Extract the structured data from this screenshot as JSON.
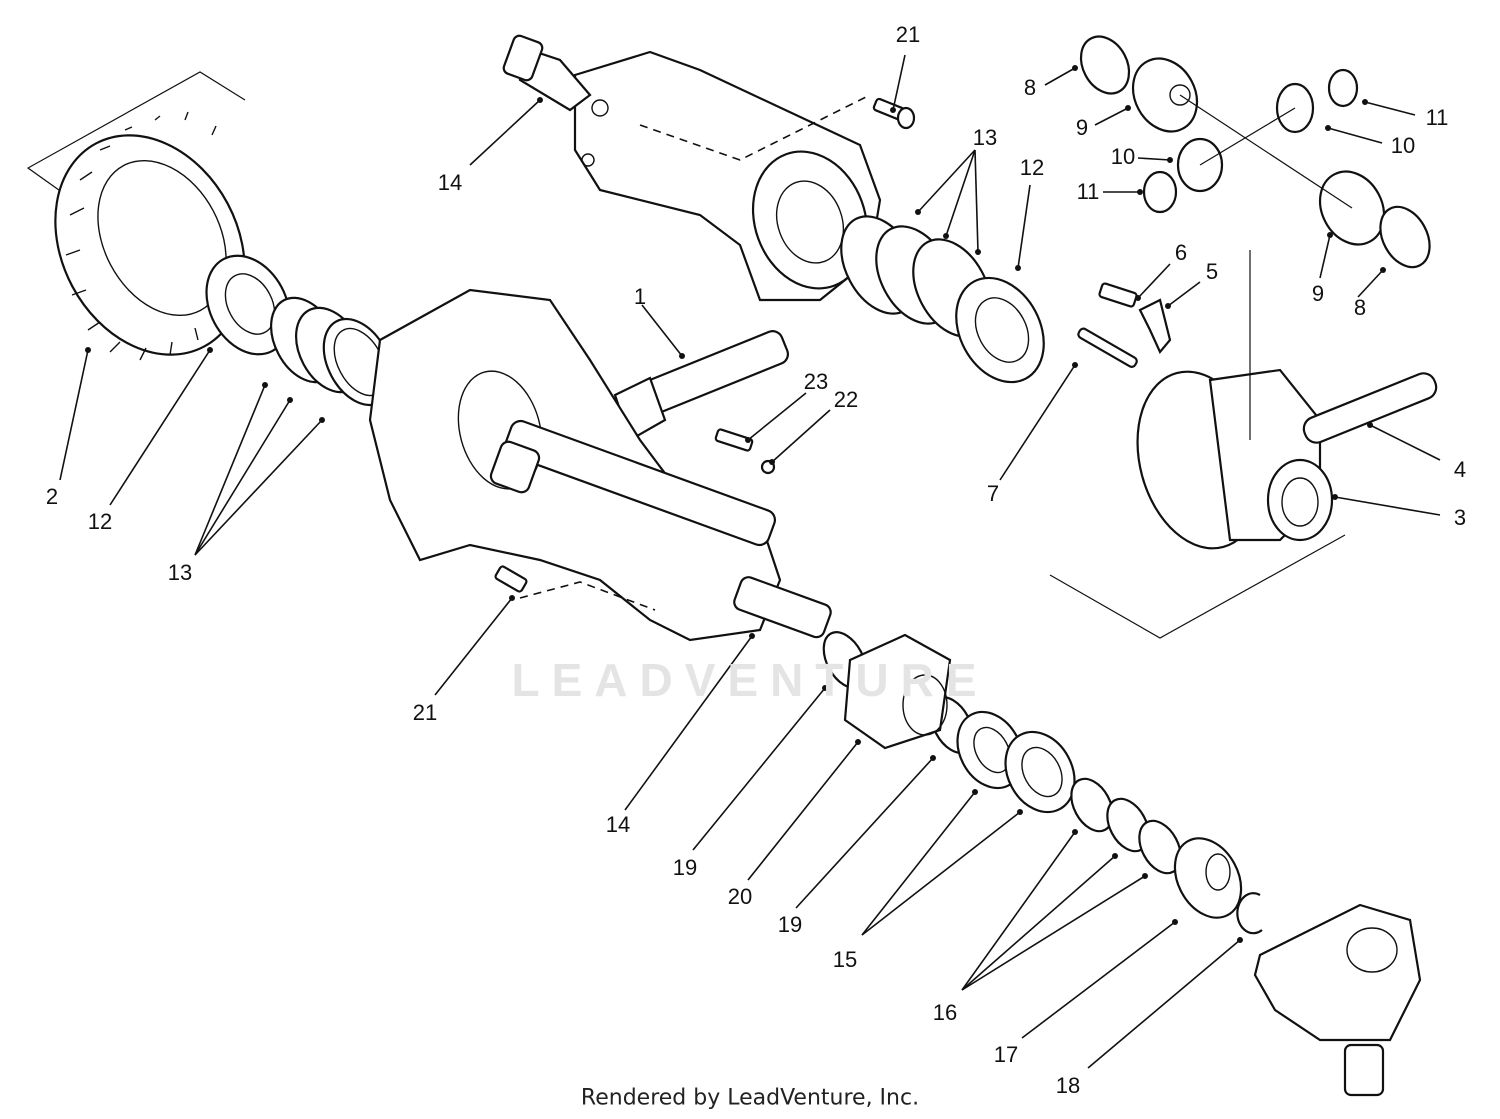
{
  "diagram": {
    "watermark": "LEADVENTURE",
    "footer": "Rendered by LeadVenture, Inc.",
    "callouts": [
      {
        "id": "c-2",
        "text": "2"
      },
      {
        "id": "c-12a",
        "text": "12"
      },
      {
        "id": "c-13a",
        "text": "13"
      },
      {
        "id": "c-14a",
        "text": "14"
      },
      {
        "id": "c-21a",
        "text": "21"
      },
      {
        "id": "c-13b",
        "text": "13"
      },
      {
        "id": "c-12b",
        "text": "12"
      },
      {
        "id": "c-8a",
        "text": "8"
      },
      {
        "id": "c-9a",
        "text": "9"
      },
      {
        "id": "c-11a",
        "text": "11"
      },
      {
        "id": "c-10a",
        "text": "10"
      },
      {
        "id": "c-10b",
        "text": "10"
      },
      {
        "id": "c-11b",
        "text": "11"
      },
      {
        "id": "c-9b",
        "text": "9"
      },
      {
        "id": "c-8b",
        "text": "8"
      },
      {
        "id": "c-6",
        "text": "6"
      },
      {
        "id": "c-5",
        "text": "5"
      },
      {
        "id": "c-1",
        "text": "1"
      },
      {
        "id": "c-23",
        "text": "23"
      },
      {
        "id": "c-22",
        "text": "22"
      },
      {
        "id": "c-7",
        "text": "7"
      },
      {
        "id": "c-4",
        "text": "4"
      },
      {
        "id": "c-3",
        "text": "3"
      },
      {
        "id": "c-21b",
        "text": "21"
      },
      {
        "id": "c-14b",
        "text": "14"
      },
      {
        "id": "c-19a",
        "text": "19"
      },
      {
        "id": "c-20",
        "text": "20"
      },
      {
        "id": "c-19b",
        "text": "19"
      },
      {
        "id": "c-15",
        "text": "15"
      },
      {
        "id": "c-16",
        "text": "16"
      },
      {
        "id": "c-17",
        "text": "17"
      },
      {
        "id": "c-18",
        "text": "18"
      }
    ]
  }
}
